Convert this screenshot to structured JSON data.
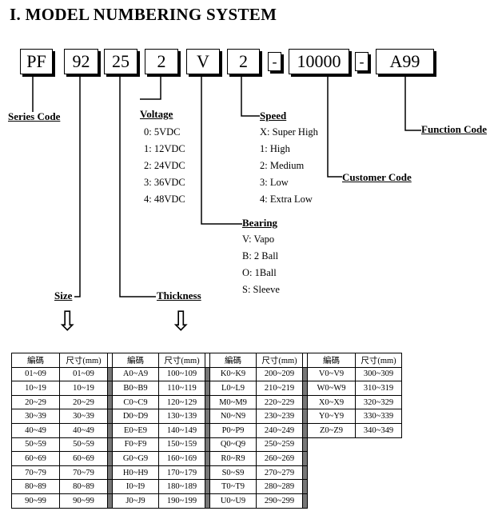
{
  "title": "I.   MODEL NUMBERING SYSTEM",
  "boxes": [
    "PF",
    "92",
    "25",
    "2",
    "V",
    "2",
    "-",
    "10000",
    "-",
    "A99"
  ],
  "labels": {
    "series": "Series Code",
    "size": "Size",
    "thickness": "Thickness",
    "voltage": "Voltage",
    "bearing": "Bearing",
    "speed": "Speed",
    "customer": "Customer Code",
    "function": "Function Code"
  },
  "voltage_options": [
    "0: 5VDC",
    "1: 12VDC",
    "2: 24VDC",
    "3: 36VDC",
    "4: 48VDC"
  ],
  "bearing_options": [
    "V: Vapo",
    "B: 2 Ball",
    "O: 1Ball",
    "S: Sleeve"
  ],
  "speed_options": [
    "X: Super High",
    "1: High",
    "2: Medium",
    "3: Low",
    "4: Extra Low"
  ],
  "arrow_glyph": "⇩",
  "table": {
    "header_code": "編碼",
    "header_size": "尺寸(mm)",
    "groups": [
      [
        [
          "01~09",
          "01~09"
        ],
        [
          "10~19",
          "10~19"
        ],
        [
          "20~29",
          "20~29"
        ],
        [
          "30~39",
          "30~39"
        ],
        [
          "40~49",
          "40~49"
        ],
        [
          "50~59",
          "50~59"
        ],
        [
          "60~69",
          "60~69"
        ],
        [
          "70~79",
          "70~79"
        ],
        [
          "80~89",
          "80~89"
        ],
        [
          "90~99",
          "90~99"
        ]
      ],
      [
        [
          "A0~A9",
          "100~109"
        ],
        [
          "B0~B9",
          "110~119"
        ],
        [
          "C0~C9",
          "120~129"
        ],
        [
          "D0~D9",
          "130~139"
        ],
        [
          "E0~E9",
          "140~149"
        ],
        [
          "F0~F9",
          "150~159"
        ],
        [
          "G0~G9",
          "160~169"
        ],
        [
          "H0~H9",
          "170~179"
        ],
        [
          "I0~I9",
          "180~189"
        ],
        [
          "J0~J9",
          "190~199"
        ]
      ],
      [
        [
          "K0~K9",
          "200~209"
        ],
        [
          "L0~L9",
          "210~219"
        ],
        [
          "M0~M9",
          "220~229"
        ],
        [
          "N0~N9",
          "230~239"
        ],
        [
          "P0~P9",
          "240~249"
        ],
        [
          "Q0~Q9",
          "250~259"
        ],
        [
          "R0~R9",
          "260~269"
        ],
        [
          "S0~S9",
          "270~279"
        ],
        [
          "T0~T9",
          "280~289"
        ],
        [
          "U0~U9",
          "290~299"
        ]
      ],
      [
        [
          "V0~V9",
          "300~309"
        ],
        [
          "W0~W9",
          "310~319"
        ],
        [
          "X0~X9",
          "320~329"
        ],
        [
          "Y0~Y9",
          "330~339"
        ],
        [
          "Z0~Z9",
          "340~349"
        ]
      ]
    ]
  }
}
